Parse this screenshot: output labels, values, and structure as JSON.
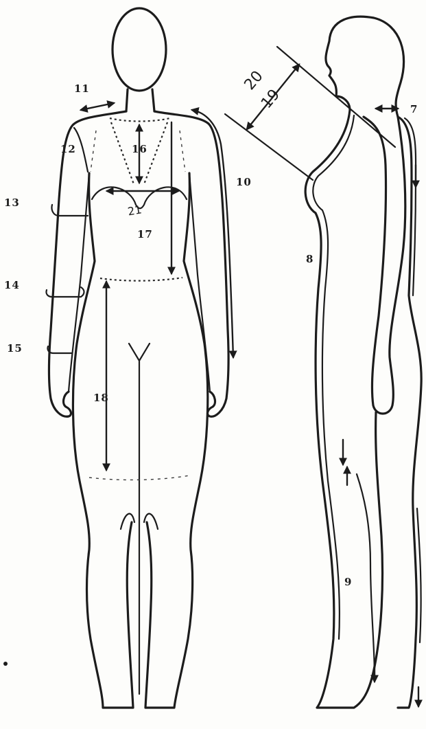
{
  "labels": {
    "m7": "7",
    "m8": "8",
    "m9": "9",
    "m10": "10",
    "m11": "11",
    "m12": "12",
    "m13": "13",
    "m14": "14",
    "m15": "15",
    "m16": "16",
    "m17": "17",
    "m18": "18"
  },
  "handwritten": {
    "neck_value_top": "20",
    "neck_value_bottom": "19",
    "bust_value": "21"
  },
  "colors": {
    "ink": "#1c1c1c",
    "paper": "#fdfdfb"
  }
}
